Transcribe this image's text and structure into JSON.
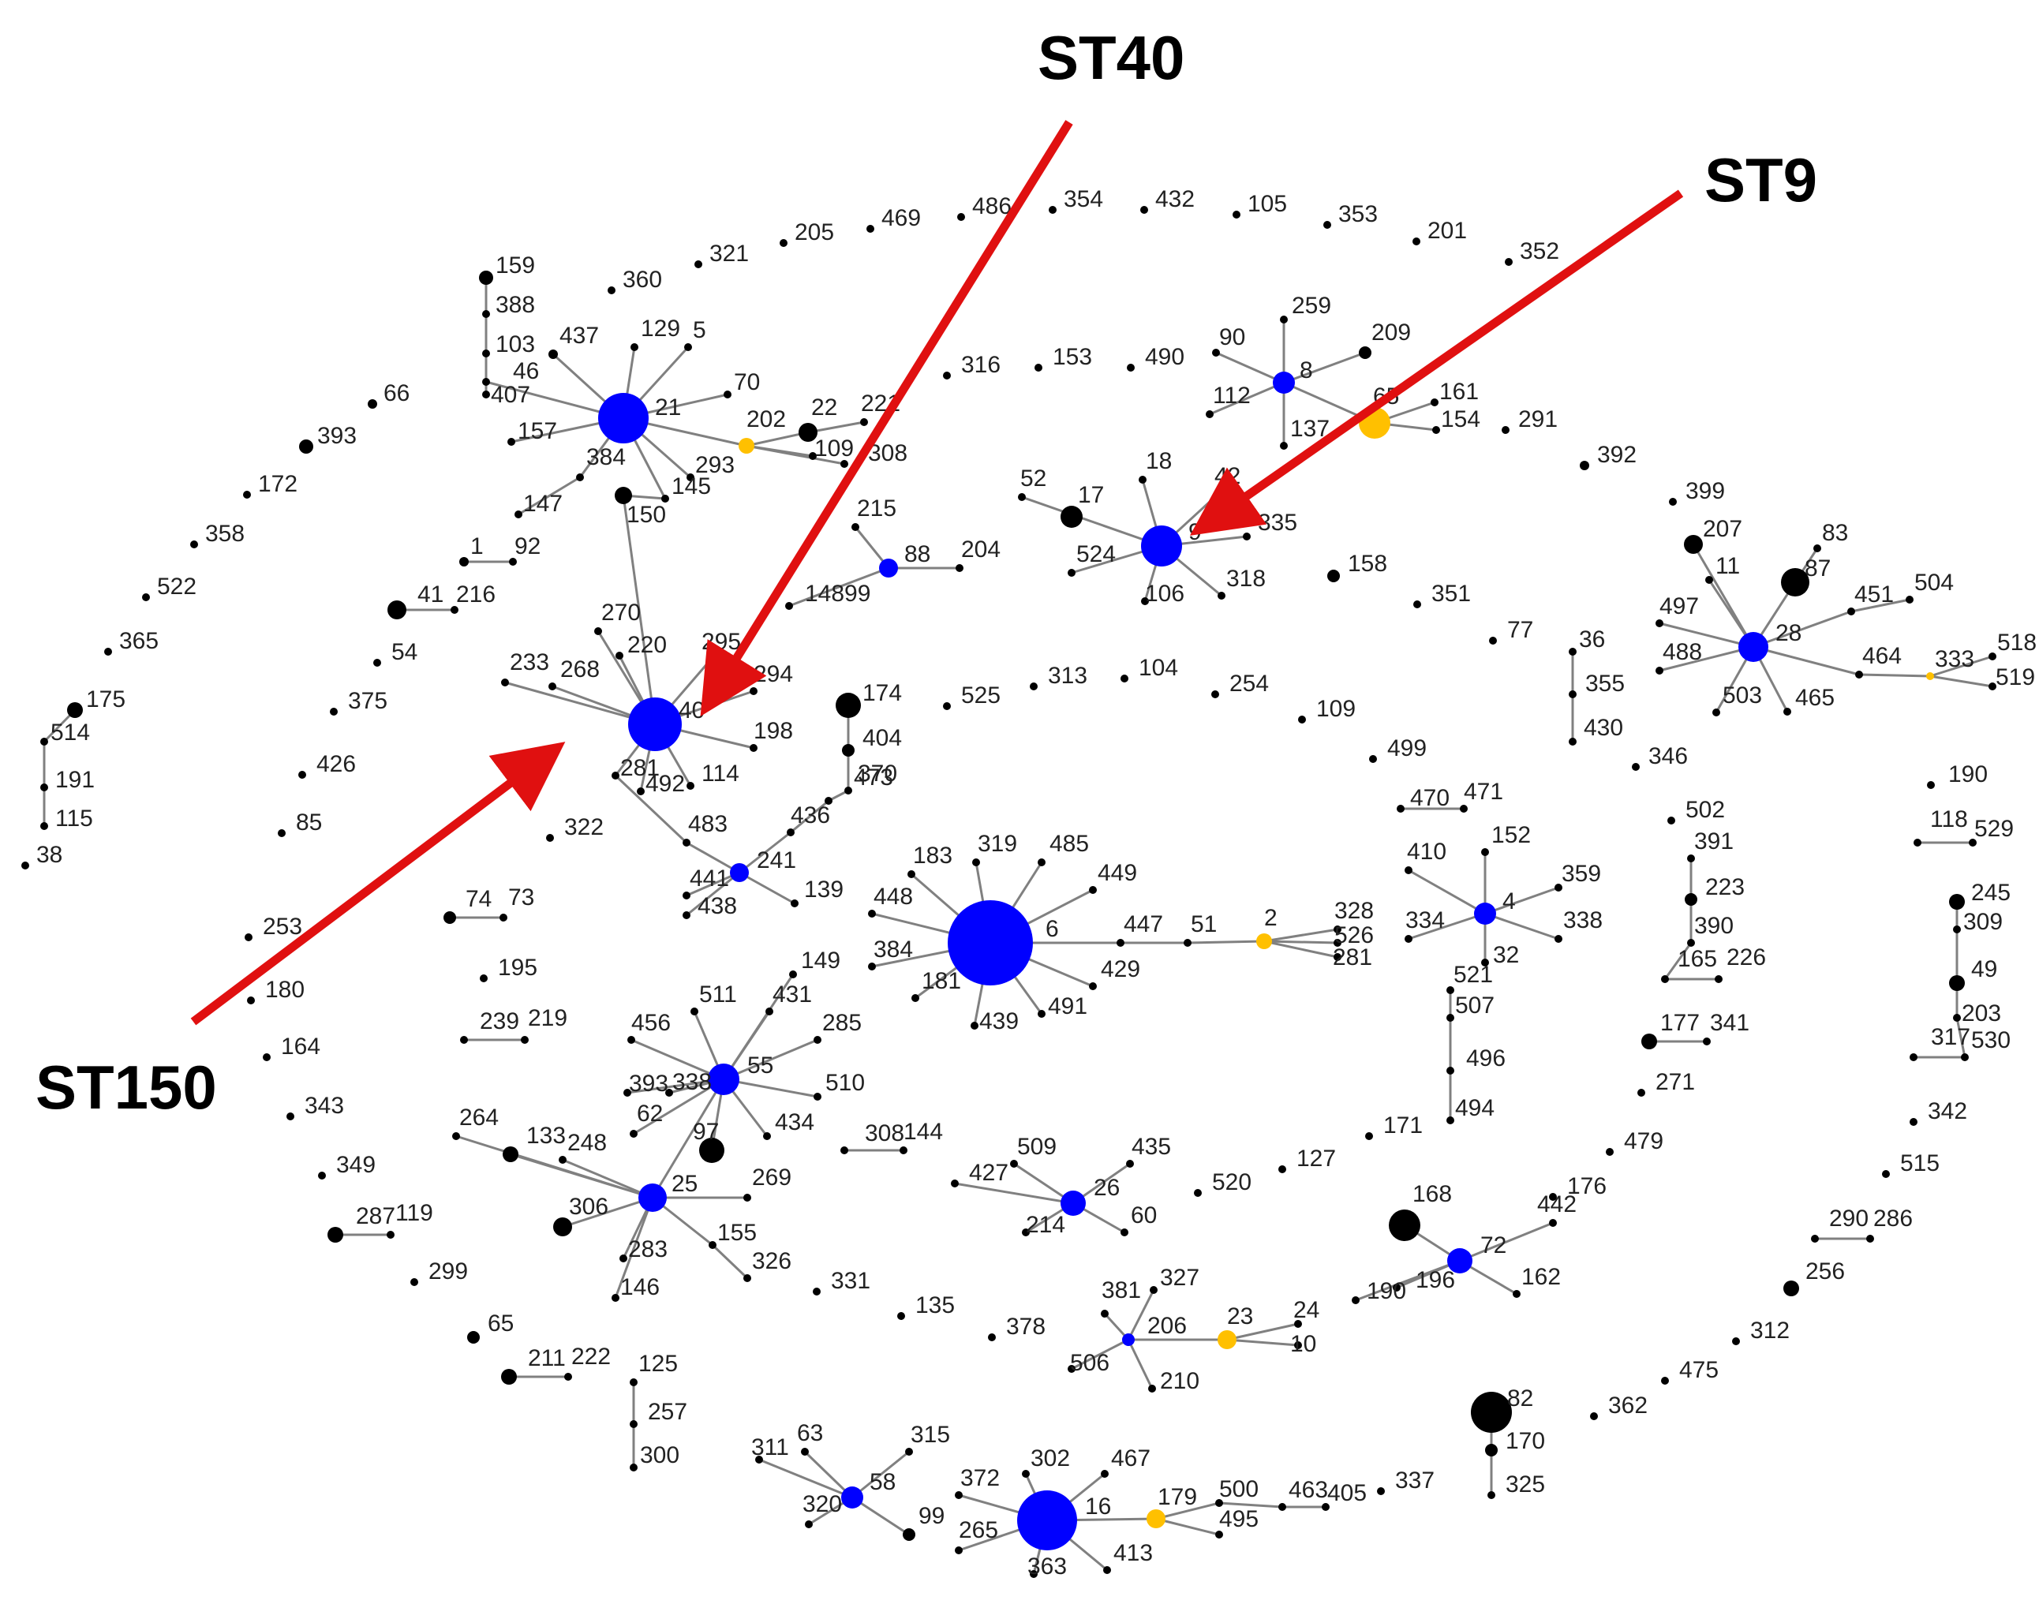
{
  "annotations": {
    "st40": "ST40",
    "st9": "ST9",
    "st150": "ST150",
    "arrow_color": "#e01010"
  },
  "colors": {
    "node_black": "#000000",
    "node_blue": "#0000ff",
    "node_orange": "#ffc000",
    "edge_gray": "#808080",
    "label": "#222222"
  },
  "nodes": [
    {
      "id": "159",
      "c": "black"
    },
    {
      "id": "388",
      "c": "black"
    },
    {
      "id": "103",
      "c": "black"
    },
    {
      "id": "46",
      "c": "black"
    },
    {
      "id": "407",
      "c": "black"
    },
    {
      "id": "157",
      "c": "black"
    },
    {
      "id": "437",
      "c": "black"
    },
    {
      "id": "129",
      "c": "black"
    },
    {
      "id": "5",
      "c": "black"
    },
    {
      "id": "21",
      "c": "blue"
    },
    {
      "id": "70",
      "c": "black"
    },
    {
      "id": "202",
      "c": "orange"
    },
    {
      "id": "22",
      "c": "black"
    },
    {
      "id": "221",
      "c": "black"
    },
    {
      "id": "109",
      "c": "black"
    },
    {
      "id": "308",
      "c": "black"
    },
    {
      "id": "293",
      "c": "black"
    },
    {
      "id": "145",
      "c": "black"
    },
    {
      "id": "384",
      "c": "black"
    },
    {
      "id": "147",
      "c": "black"
    },
    {
      "id": "150",
      "c": "black"
    },
    {
      "id": "360",
      "c": "black"
    },
    {
      "id": "321",
      "c": "black"
    },
    {
      "id": "205",
      "c": "black"
    },
    {
      "id": "469",
      "c": "black"
    },
    {
      "id": "486",
      "c": "black"
    },
    {
      "id": "354",
      "c": "black"
    },
    {
      "id": "432",
      "c": "black"
    },
    {
      "id": "105",
      "c": "black"
    },
    {
      "id": "353",
      "c": "black"
    },
    {
      "id": "201",
      "c": "black"
    },
    {
      "id": "352",
      "c": "black"
    },
    {
      "id": "66",
      "c": "black"
    },
    {
      "id": "393",
      "c": "black"
    },
    {
      "id": "172",
      "c": "black"
    },
    {
      "id": "358",
      "c": "black"
    },
    {
      "id": "522",
      "c": "black"
    },
    {
      "id": "365",
      "c": "black"
    },
    {
      "id": "175",
      "c": "black"
    },
    {
      "id": "514",
      "c": "black"
    },
    {
      "id": "191",
      "c": "black"
    },
    {
      "id": "115",
      "c": "black"
    },
    {
      "id": "38",
      "c": "black"
    },
    {
      "id": "1",
      "c": "black"
    },
    {
      "id": "92",
      "c": "black"
    },
    {
      "id": "41",
      "c": "black"
    },
    {
      "id": "216",
      "c": "black"
    },
    {
      "id": "54",
      "c": "black"
    },
    {
      "id": "375",
      "c": "black"
    },
    {
      "id": "426",
      "c": "black"
    },
    {
      "id": "85",
      "c": "black"
    },
    {
      "id": "316",
      "c": "black"
    },
    {
      "id": "153",
      "c": "black"
    },
    {
      "id": "490",
      "c": "black"
    },
    {
      "id": "259",
      "c": "black"
    },
    {
      "id": "90",
      "c": "black"
    },
    {
      "id": "8",
      "c": "blue"
    },
    {
      "id": "209",
      "c": "black"
    },
    {
      "id": "112",
      "c": "black"
    },
    {
      "id": "137",
      "c": "black"
    },
    {
      "id": "65",
      "c": "orange"
    },
    {
      "id": "161",
      "c": "black"
    },
    {
      "id": "154",
      "c": "black"
    },
    {
      "id": "291",
      "c": "black"
    },
    {
      "id": "392",
      "c": "black"
    },
    {
      "id": "399",
      "c": "black"
    },
    {
      "id": "215",
      "c": "black"
    },
    {
      "id": "88",
      "c": "blue"
    },
    {
      "id": "204",
      "c": "black"
    },
    {
      "id": "14899",
      "c": "black"
    },
    {
      "id": "52",
      "c": "black"
    },
    {
      "id": "17",
      "c": "black"
    },
    {
      "id": "18",
      "c": "black"
    },
    {
      "id": "42",
      "c": "black"
    },
    {
      "id": "9",
      "c": "blue"
    },
    {
      "id": "335",
      "c": "black"
    },
    {
      "id": "524",
      "c": "black"
    },
    {
      "id": "106",
      "c": "black"
    },
    {
      "id": "318",
      "c": "black"
    },
    {
      "id": "158",
      "c": "black"
    },
    {
      "id": "351",
      "c": "black"
    },
    {
      "id": "77",
      "c": "black"
    },
    {
      "id": "207",
      "c": "black"
    },
    {
      "id": "11",
      "c": "black"
    },
    {
      "id": "83",
      "c": "black"
    },
    {
      "id": "87",
      "c": "black"
    },
    {
      "id": "497",
      "c": "black"
    },
    {
      "id": "451",
      "c": "black"
    },
    {
      "id": "504",
      "c": "black"
    },
    {
      "id": "28",
      "c": "blue"
    },
    {
      "id": "488",
      "c": "black"
    },
    {
      "id": "464",
      "c": "black"
    },
    {
      "id": "333",
      "c": "orange"
    },
    {
      "id": "518",
      "c": "black"
    },
    {
      "id": "519",
      "c": "black"
    },
    {
      "id": "503",
      "c": "black"
    },
    {
      "id": "465",
      "c": "black"
    },
    {
      "id": "36",
      "c": "black"
    },
    {
      "id": "355",
      "c": "black"
    },
    {
      "id": "430",
      "c": "black"
    },
    {
      "id": "346",
      "c": "black"
    },
    {
      "id": "190",
      "c": "black"
    },
    {
      "id": "270",
      "c": "black"
    },
    {
      "id": "220",
      "c": "black"
    },
    {
      "id": "295",
      "c": "black"
    },
    {
      "id": "233",
      "c": "black"
    },
    {
      "id": "268",
      "c": "black"
    },
    {
      "id": "40",
      "c": "blue"
    },
    {
      "id": "294",
      "c": "black"
    },
    {
      "id": "198",
      "c": "black"
    },
    {
      "id": "281",
      "c": "black"
    },
    {
      "id": "492",
      "c": "black"
    },
    {
      "id": "114",
      "c": "black"
    },
    {
      "id": "174",
      "c": "black"
    },
    {
      "id": "404",
      "c": "black"
    },
    {
      "id": "370",
      "c": "black"
    },
    {
      "id": "473",
      "c": "black"
    },
    {
      "id": "525",
      "c": "black"
    },
    {
      "id": "313",
      "c": "black"
    },
    {
      "id": "104",
      "c": "black"
    },
    {
      "id": "254",
      "c": "black"
    },
    {
      "id": "109b",
      "c": "black"
    },
    {
      "id": "499",
      "c": "black"
    },
    {
      "id": "470",
      "c": "black"
    },
    {
      "id": "471",
      "c": "black"
    },
    {
      "id": "502",
      "c": "black"
    },
    {
      "id": "391",
      "c": "black"
    },
    {
      "id": "223",
      "c": "black"
    },
    {
      "id": "390",
      "c": "black"
    },
    {
      "id": "165",
      "c": "black"
    },
    {
      "id": "226",
      "c": "black"
    },
    {
      "id": "118",
      "c": "black"
    },
    {
      "id": "529",
      "c": "black"
    },
    {
      "id": "245",
      "c": "black"
    },
    {
      "id": "309",
      "c": "black"
    },
    {
      "id": "49",
      "c": "black"
    },
    {
      "id": "203",
      "c": "black"
    },
    {
      "id": "317",
      "c": "black"
    },
    {
      "id": "530",
      "c": "black"
    },
    {
      "id": "342",
      "c": "black"
    },
    {
      "id": "322",
      "c": "black"
    },
    {
      "id": "483",
      "c": "black"
    },
    {
      "id": "436",
      "c": "black"
    },
    {
      "id": "241",
      "c": "blue"
    },
    {
      "id": "441",
      "c": "black"
    },
    {
      "id": "438",
      "c": "black"
    },
    {
      "id": "139",
      "c": "black"
    },
    {
      "id": "183",
      "c": "black"
    },
    {
      "id": "319",
      "c": "black"
    },
    {
      "id": "485",
      "c": "black"
    },
    {
      "id": "449",
      "c": "black"
    },
    {
      "id": "448",
      "c": "black"
    },
    {
      "id": "6",
      "c": "blue"
    },
    {
      "id": "447",
      "c": "black"
    },
    {
      "id": "51",
      "c": "black"
    },
    {
      "id": "2",
      "c": "orange"
    },
    {
      "id": "328",
      "c": "black"
    },
    {
      "id": "526",
      "c": "black"
    },
    {
      "id": "281b",
      "c": "black"
    },
    {
      "id": "384b",
      "c": "black"
    },
    {
      "id": "181",
      "c": "black"
    },
    {
      "id": "439",
      "c": "black"
    },
    {
      "id": "491",
      "c": "black"
    },
    {
      "id": "429",
      "c": "black"
    },
    {
      "id": "410",
      "c": "black"
    },
    {
      "id": "152",
      "c": "black"
    },
    {
      "id": "359",
      "c": "black"
    },
    {
      "id": "4",
      "c": "blue"
    },
    {
      "id": "334",
      "c": "black"
    },
    {
      "id": "338",
      "c": "black"
    },
    {
      "id": "32",
      "c": "black"
    },
    {
      "id": "521",
      "c": "black"
    },
    {
      "id": "507",
      "c": "black"
    },
    {
      "id": "496",
      "c": "black"
    },
    {
      "id": "494",
      "c": "black"
    },
    {
      "id": "253",
      "c": "black"
    },
    {
      "id": "74",
      "c": "black"
    },
    {
      "id": "73",
      "c": "black"
    },
    {
      "id": "195",
      "c": "black"
    },
    {
      "id": "239",
      "c": "black"
    },
    {
      "id": "219",
      "c": "black"
    },
    {
      "id": "180",
      "c": "black"
    },
    {
      "id": "164",
      "c": "black"
    },
    {
      "id": "343",
      "c": "black"
    },
    {
      "id": "349",
      "c": "black"
    },
    {
      "id": "287",
      "c": "black"
    },
    {
      "id": "119",
      "c": "black"
    },
    {
      "id": "299",
      "c": "black"
    },
    {
      "id": "65b",
      "c": "black"
    },
    {
      "id": "211",
      "c": "black"
    },
    {
      "id": "222",
      "c": "black"
    },
    {
      "id": "125",
      "c": "black"
    },
    {
      "id": "257",
      "c": "black"
    },
    {
      "id": "300",
      "c": "black"
    },
    {
      "id": "149",
      "c": "black"
    },
    {
      "id": "511",
      "c": "black"
    },
    {
      "id": "431",
      "c": "black"
    },
    {
      "id": "456",
      "c": "black"
    },
    {
      "id": "285",
      "c": "black"
    },
    {
      "id": "55",
      "c": "blue"
    },
    {
      "id": "393b",
      "c": "black"
    },
    {
      "id": "338b",
      "c": "black"
    },
    {
      "id": "510",
      "c": "black"
    },
    {
      "id": "62",
      "c": "black"
    },
    {
      "id": "97",
      "c": "black"
    },
    {
      "id": "434",
      "c": "black"
    },
    {
      "id": "264",
      "c": "black"
    },
    {
      "id": "133",
      "c": "black"
    },
    {
      "id": "248",
      "c": "black"
    },
    {
      "id": "25",
      "c": "blue"
    },
    {
      "id": "269",
      "c": "black"
    },
    {
      "id": "306",
      "c": "black"
    },
    {
      "id": "283",
      "c": "black"
    },
    {
      "id": "155",
      "c": "black"
    },
    {
      "id": "146",
      "c": "black"
    },
    {
      "id": "326",
      "c": "black"
    },
    {
      "id": "308b",
      "c": "black"
    },
    {
      "id": "144",
      "c": "black"
    },
    {
      "id": "331",
      "c": "black"
    },
    {
      "id": "135",
      "c": "black"
    },
    {
      "id": "427",
      "c": "black"
    },
    {
      "id": "509",
      "c": "black"
    },
    {
      "id": "435",
      "c": "black"
    },
    {
      "id": "26",
      "c": "blue"
    },
    {
      "id": "214",
      "c": "black"
    },
    {
      "id": "60",
      "c": "black"
    },
    {
      "id": "520",
      "c": "black"
    },
    {
      "id": "127",
      "c": "black"
    },
    {
      "id": "171",
      "c": "black"
    },
    {
      "id": "271",
      "c": "black"
    },
    {
      "id": "177",
      "c": "black"
    },
    {
      "id": "341",
      "c": "black"
    },
    {
      "id": "479",
      "c": "black"
    },
    {
      "id": "176",
      "c": "black"
    },
    {
      "id": "168",
      "c": "black"
    },
    {
      "id": "442",
      "c": "black"
    },
    {
      "id": "72",
      "c": "blue"
    },
    {
      "id": "196",
      "c": "black"
    },
    {
      "id": "190b",
      "c": "black"
    },
    {
      "id": "162",
      "c": "black"
    },
    {
      "id": "515",
      "c": "black"
    },
    {
      "id": "290",
      "c": "black"
    },
    {
      "id": "286",
      "c": "black"
    },
    {
      "id": "256",
      "c": "black"
    },
    {
      "id": "312",
      "c": "black"
    },
    {
      "id": "475",
      "c": "black"
    },
    {
      "id": "362",
      "c": "black"
    },
    {
      "id": "82",
      "c": "black"
    },
    {
      "id": "170",
      "c": "black"
    },
    {
      "id": "325",
      "c": "black"
    },
    {
      "id": "381",
      "c": "black"
    },
    {
      "id": "327",
      "c": "black"
    },
    {
      "id": "206",
      "c": "blue"
    },
    {
      "id": "23",
      "c": "orange"
    },
    {
      "id": "24",
      "c": "black"
    },
    {
      "id": "10",
      "c": "black"
    },
    {
      "id": "506",
      "c": "black"
    },
    {
      "id": "210",
      "c": "black"
    },
    {
      "id": "378",
      "c": "black"
    },
    {
      "id": "311",
      "c": "black"
    },
    {
      "id": "63",
      "c": "black"
    },
    {
      "id": "315",
      "c": "black"
    },
    {
      "id": "58",
      "c": "blue"
    },
    {
      "id": "320",
      "c": "black"
    },
    {
      "id": "99",
      "c": "black"
    },
    {
      "id": "302",
      "c": "black"
    },
    {
      "id": "467",
      "c": "black"
    },
    {
      "id": "372",
      "c": "black"
    },
    {
      "id": "16",
      "c": "blue"
    },
    {
      "id": "265",
      "c": "black"
    },
    {
      "id": "363",
      "c": "black"
    },
    {
      "id": "413",
      "c": "black"
    },
    {
      "id": "179",
      "c": "orange"
    },
    {
      "id": "500",
      "c": "black"
    },
    {
      "id": "495",
      "c": "black"
    },
    {
      "id": "463",
      "c": "black"
    },
    {
      "id": "405",
      "c": "black"
    },
    {
      "id": "337",
      "c": "black"
    }
  ]
}
